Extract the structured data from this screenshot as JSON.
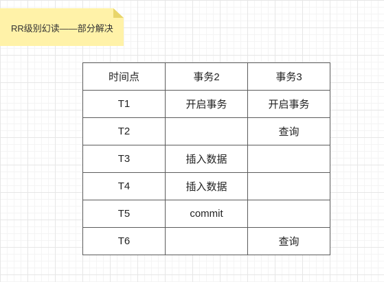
{
  "note": {
    "text": "RR级别幻读——部分解决",
    "fill_color": "#fff2a8",
    "fold_color": "#e8d56a"
  },
  "table": {
    "headers": [
      "时间点",
      "事务2",
      "事务3"
    ],
    "rows": [
      [
        "T1",
        "开启事务",
        "开启事务"
      ],
      [
        "T2",
        "",
        "查询"
      ],
      [
        "T3",
        "插入数据",
        ""
      ],
      [
        "T4",
        "插入数据",
        ""
      ],
      [
        "T5",
        "commit",
        ""
      ],
      [
        "T6",
        "",
        "查询"
      ]
    ],
    "border_color": "#5a5a5a"
  }
}
